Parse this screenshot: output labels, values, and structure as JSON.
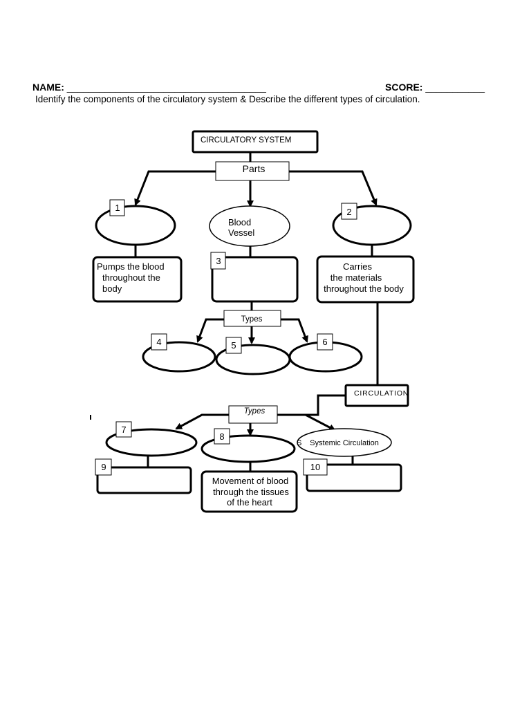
{
  "header": {
    "name_label": "NAME:",
    "name_blank": "_____________________________________",
    "score_label": "SCORE:",
    "score_blank": "___________"
  },
  "instructions": "Identify the components of the circulatory system & Describe the different types of circulation.",
  "diagram": {
    "root": "CIRCULATORY  SYSTEM",
    "parts_label": "Parts",
    "blood_vessel": [
      "Blood",
      "Vessel"
    ],
    "heart_desc": [
      "Pumps the blood",
      "throughout the",
      "body"
    ],
    "blood_desc": [
      "Carries",
      "the materials",
      "throughout the body"
    ],
    "vessel_types_label": "Types",
    "circulation_label": "CIRCULATION",
    "circulation_types_label": "Types",
    "systemic_circulation": "Systemic Circulation",
    "systemic_prefix": "S",
    "coronary_desc": [
      "Movement of blood",
      "through the tissues",
      "of the heart"
    ],
    "numbers": [
      "1",
      "2",
      "3",
      "4",
      "5",
      "6",
      "7",
      "8",
      "9",
      "10"
    ]
  }
}
